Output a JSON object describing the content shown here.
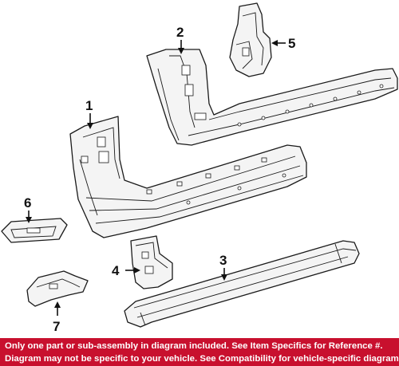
{
  "diagram": {
    "callouts": [
      {
        "id": "1",
        "label": "1"
      },
      {
        "id": "2",
        "label": "2"
      },
      {
        "id": "3",
        "label": "3"
      },
      {
        "id": "4",
        "label": "4"
      },
      {
        "id": "5",
        "label": "5"
      },
      {
        "id": "6",
        "label": "6"
      },
      {
        "id": "7",
        "label": "7"
      }
    ]
  },
  "footer": {
    "line1": "Only one part or sub-assembly in diagram included. See Item Specifics for Reference #.",
    "line2": "Diagram may not be specific to your vehicle. See Compatibility for vehicle-specific diagrams."
  },
  "colors": {
    "footer_background": "#c8102e",
    "footer_text": "#ffffff",
    "linework": "#1a1a1a"
  }
}
